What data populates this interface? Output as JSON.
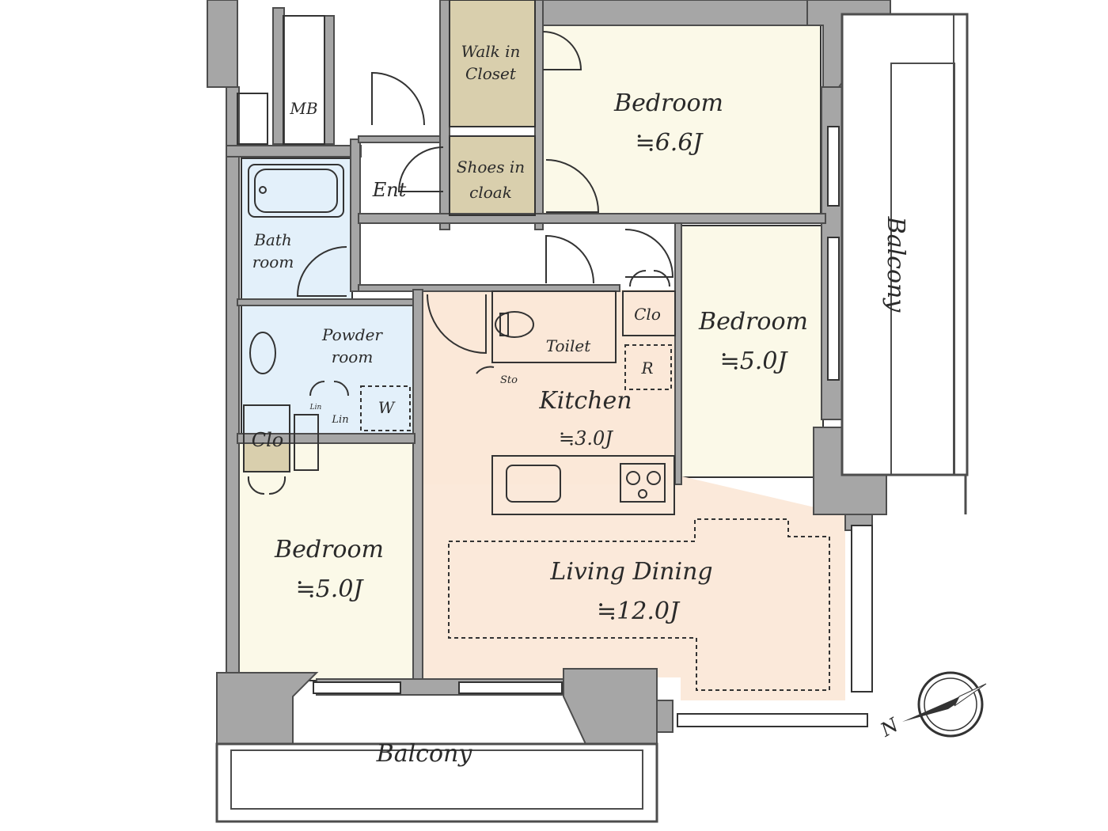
{
  "colors": {
    "wall": "#a6a6a6",
    "wall_stroke": "#4d4d4d",
    "bedroom_floor": "#fbf9e8",
    "wet_floor": "#e3f0fa",
    "closet_floor": "#d9cfad",
    "kitchen_floor": "#fbe8d8",
    "living_floor": "#fbe9da",
    "balcony": "#ffffff",
    "line": "#333333"
  },
  "rooms": {
    "walk_in_closet": {
      "line1": "Walk in",
      "line2": "Closet"
    },
    "mb": {
      "label": "MB"
    },
    "bedroom_ne": {
      "label": "Bedroom",
      "size": "≒6.6J"
    },
    "shoes_cloak": {
      "line1": "Shoes in",
      "line2": "cloak"
    },
    "entrance": {
      "label": "Ent"
    },
    "bath_room": {
      "line1": "Bath",
      "line2": "room"
    },
    "powder_room": {
      "line1": "Powder",
      "line2": "room"
    },
    "toilet": {
      "label": "Toilet"
    },
    "closet_e": {
      "label": "Clo"
    },
    "bedroom_e": {
      "label": "Bedroom",
      "size": "≒5.0J"
    },
    "refrigerator": {
      "label": "R"
    },
    "storage": {
      "label": "Sto"
    },
    "kitchen": {
      "label": "Kitchen",
      "size": "≒3.0J"
    },
    "washer": {
      "label": "W"
    },
    "linen_a": {
      "label": "Lin"
    },
    "linen_b": {
      "label": "Lin"
    },
    "closet_w": {
      "label": "Clo"
    },
    "bedroom_w": {
      "label": "Bedroom",
      "size": "≒5.0J"
    },
    "living_dining": {
      "label": "Living Dining",
      "size": "≒12.0J"
    },
    "balcony_south": {
      "label": "Balcony"
    },
    "balcony_east": {
      "label": "Balcony"
    }
  },
  "compass": {
    "label": "N"
  }
}
